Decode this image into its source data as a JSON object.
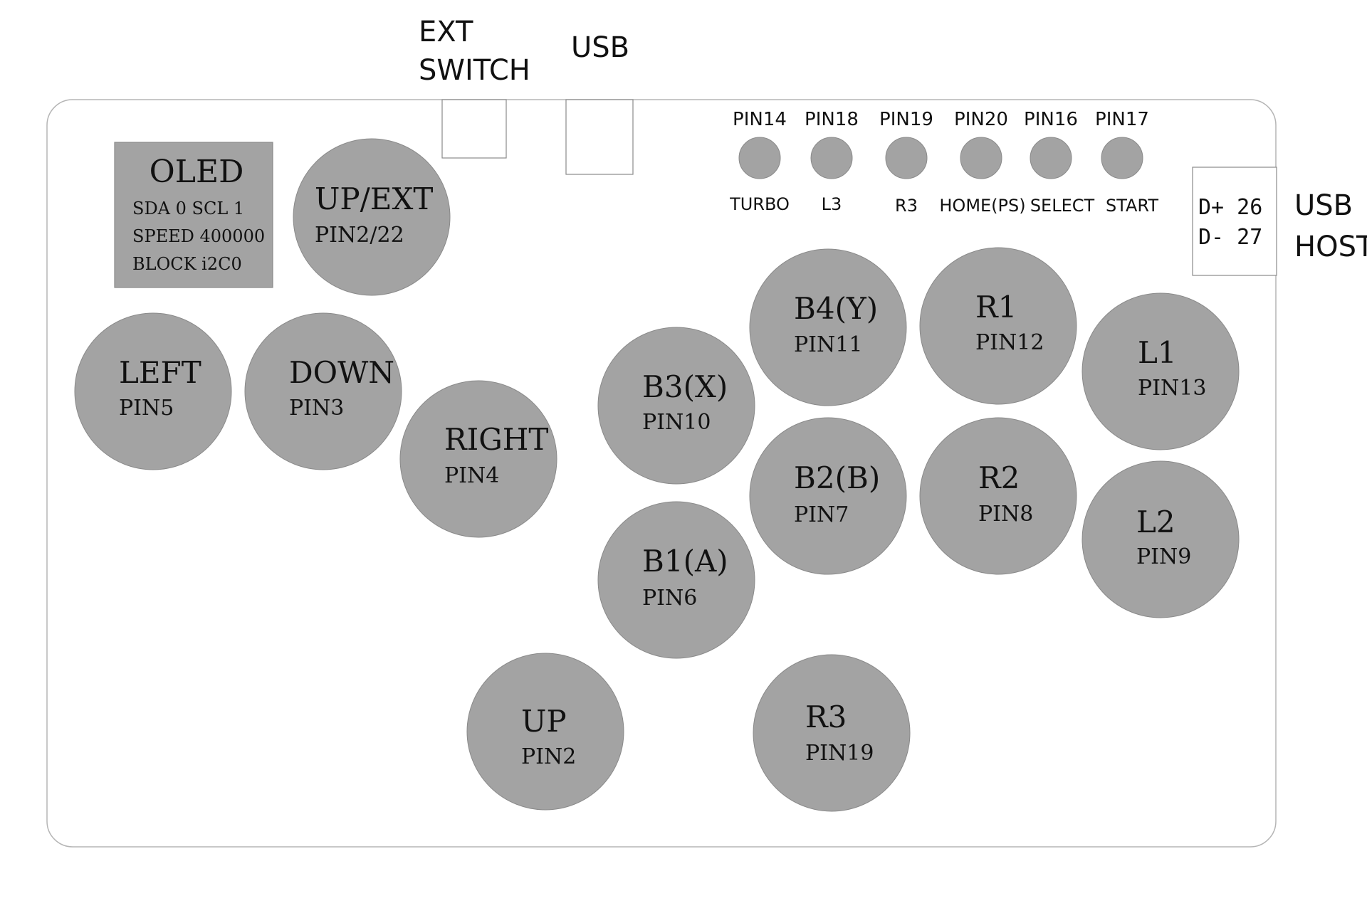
{
  "colors": {
    "board_outline": "#b5b5b5",
    "button_fill": "#a3a3a3",
    "oled_fill": "#a3a3a3",
    "text": "#111111",
    "background": "#ffffff"
  },
  "ports": {
    "ext_switch_line1": "EXT",
    "ext_switch_line2": "SWITCH",
    "usb": "USB"
  },
  "usb_host": {
    "dplus": "D+ 26",
    "dminus": "D- 27",
    "label_line1": "USB",
    "label_line2": "HOST"
  },
  "oled": {
    "title": "OLED",
    "line1": "SDA 0 SCL 1",
    "line2": "SPEED 400000",
    "line3": "BLOCK i2C0"
  },
  "aux_buttons": [
    {
      "pin": "PIN14",
      "function": "TURBO"
    },
    {
      "pin": "PIN18",
      "function": "L3"
    },
    {
      "pin": "PIN19",
      "function": "R3"
    },
    {
      "pin": "PIN20",
      "function": "HOME(PS)"
    },
    {
      "pin": "PIN16",
      "function": "SELECT"
    },
    {
      "pin": "PIN17",
      "function": "START"
    }
  ],
  "buttons": [
    {
      "id": "up-ext",
      "label": "UP/EXT",
      "pin": "PIN2/22"
    },
    {
      "id": "left",
      "label": "LEFT",
      "pin": "PIN5"
    },
    {
      "id": "down",
      "label": "DOWN",
      "pin": "PIN3"
    },
    {
      "id": "right",
      "label": "RIGHT",
      "pin": "PIN4"
    },
    {
      "id": "b3",
      "label": "B3(X)",
      "pin": "PIN10"
    },
    {
      "id": "b4",
      "label": "B4(Y)",
      "pin": "PIN11"
    },
    {
      "id": "r1",
      "label": "R1",
      "pin": "PIN12"
    },
    {
      "id": "l1",
      "label": "L1",
      "pin": "PIN13"
    },
    {
      "id": "b1",
      "label": "B1(A)",
      "pin": "PIN6"
    },
    {
      "id": "b2",
      "label": "B2(B)",
      "pin": "PIN7"
    },
    {
      "id": "r2",
      "label": "R2",
      "pin": "PIN8"
    },
    {
      "id": "l2",
      "label": "L2",
      "pin": "PIN9"
    },
    {
      "id": "up",
      "label": "UP",
      "pin": "PIN2"
    },
    {
      "id": "r3",
      "label": "R3",
      "pin": "PIN19"
    }
  ]
}
